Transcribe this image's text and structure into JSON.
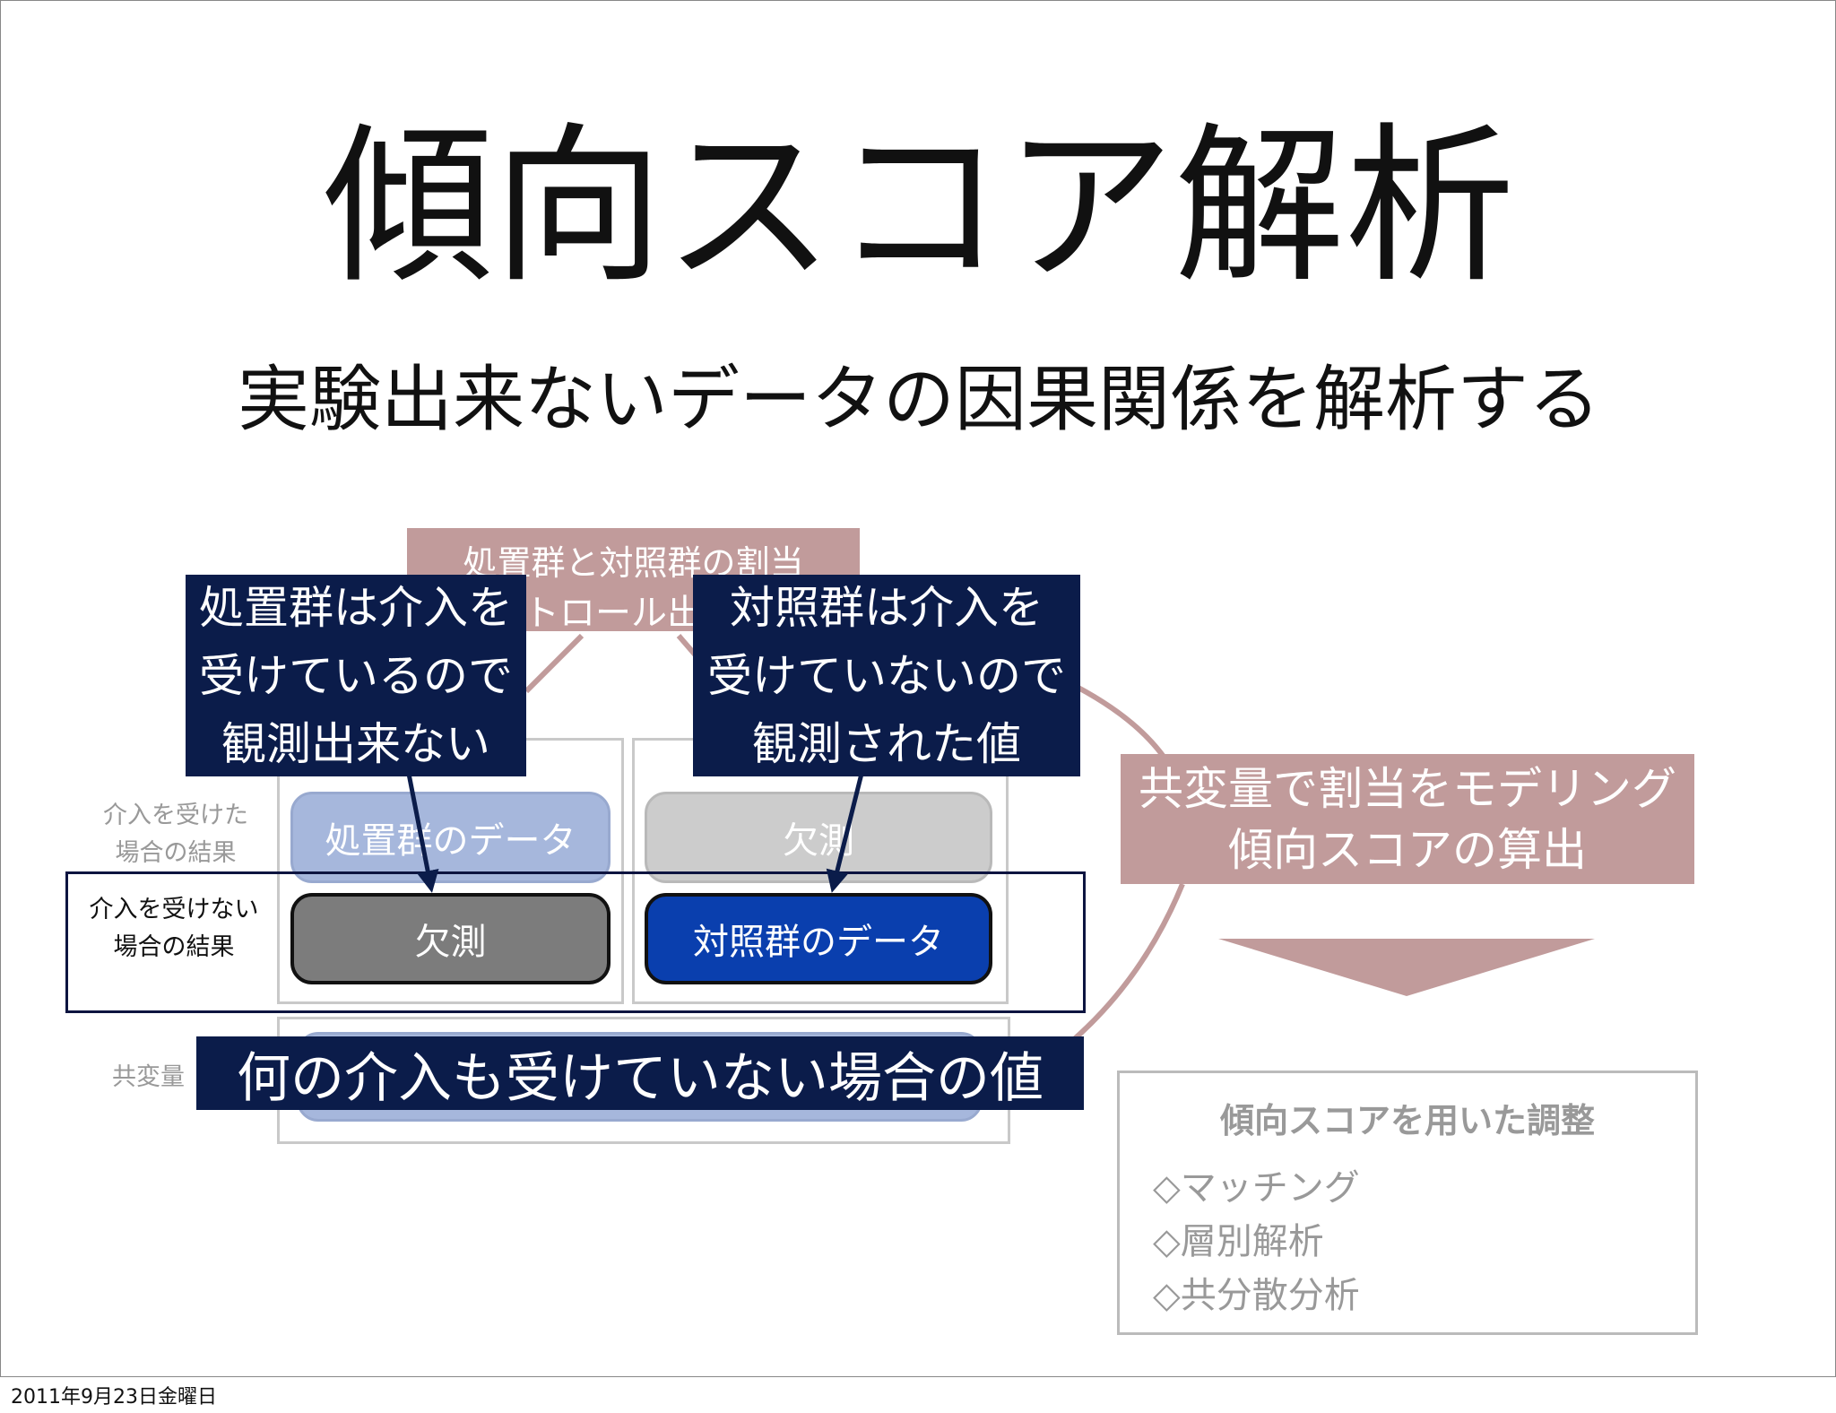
{
  "slide": {
    "title": "傾向スコア解析",
    "subtitle": "実験出来ないデータの因果関係を解析する"
  },
  "assignment_box": {
    "line1": "処置群と対照群の割当",
    "line2": "トロール出"
  },
  "modeling_box": {
    "line1": "共変量で割当をモデリング",
    "line2": "傾向スコアの算出"
  },
  "adjustment_box": {
    "title": "傾向スコアを用いた調整",
    "items": [
      "◇マッチング",
      "◇層別解析",
      "◇共分散分析"
    ]
  },
  "row_labels": {
    "treated_line1": "介入を受けた",
    "treated_line2": "場合の結果",
    "untreated_line1": "介入を受けない",
    "untreated_line2": "場合の結果",
    "covariate": "共変量"
  },
  "cells": {
    "treated_data": "処置群のデータ",
    "missing_top": "欠測",
    "missing_bottom": "欠測",
    "control_data": "対照群のデータ"
  },
  "callouts": {
    "left_line1": "処置群は介入を",
    "left_line2": "受けているので",
    "left_line3": "観測出来ない",
    "right_line1": "対照群は介入を",
    "right_line2": "受けていないので",
    "right_line3": "観測された値",
    "bottom": "何の介入も受けていない場合の値"
  },
  "footer": {
    "date": "2011年9月23日金曜日"
  },
  "colors": {
    "pink": "#c19b9b",
    "navy": "#0b1c4a",
    "blue": "#0a3fae",
    "light_blue": "#a6b7dc"
  }
}
